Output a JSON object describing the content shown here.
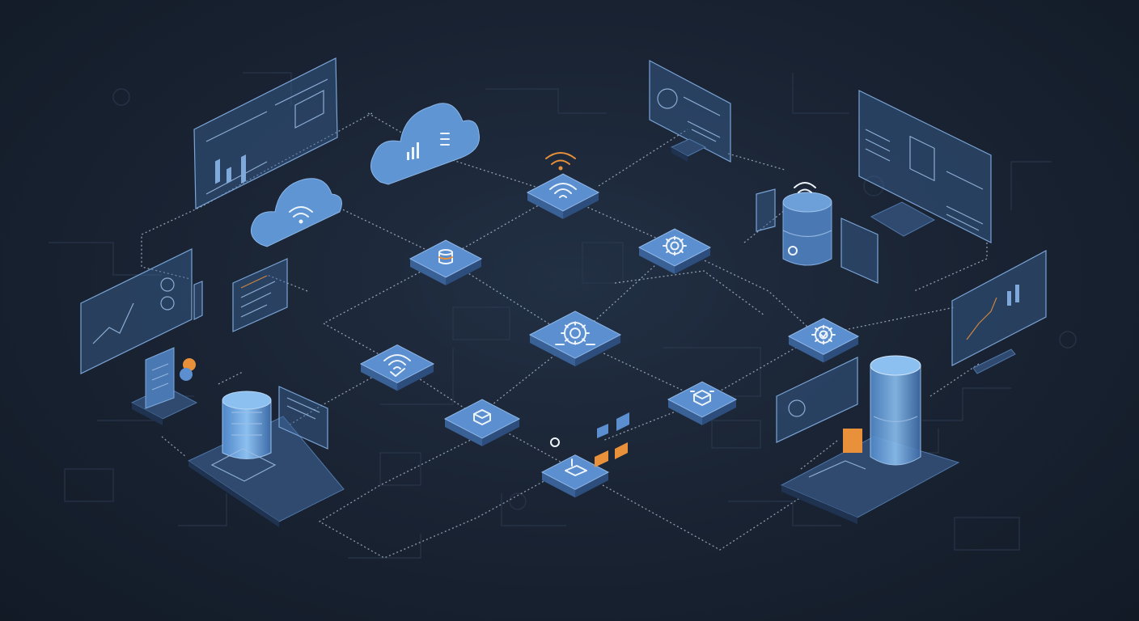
{
  "diagram": {
    "nodes": [
      {
        "id": "wifi-hub",
        "icon": "wifi-icon"
      },
      {
        "id": "database-hub",
        "icon": "database-icon"
      },
      {
        "id": "settings-hub",
        "icon": "gear-icon"
      },
      {
        "id": "central-hub",
        "icon": "circuit-gear-icon"
      },
      {
        "id": "wifi-check-hub",
        "icon": "wifi-check-icon"
      },
      {
        "id": "chip-hub",
        "icon": "chip-icon"
      },
      {
        "id": "processor-hub",
        "icon": "processor-icon"
      },
      {
        "id": "security-hub",
        "icon": "shield-gear-icon"
      },
      {
        "id": "router-hub",
        "icon": "router-icon"
      }
    ],
    "peripherals": [
      {
        "id": "cloud-analytics",
        "icon": "cloud-bars-icon"
      },
      {
        "id": "cloud-wifi",
        "icon": "cloud-wifi-icon"
      },
      {
        "id": "monitor-dashboard",
        "icon": "monitor-icon"
      },
      {
        "id": "server-stack",
        "icon": "server-icon"
      },
      {
        "id": "database-platform",
        "icon": "database-icon"
      },
      {
        "id": "storage-cylinder",
        "icon": "cylinder-icon"
      }
    ],
    "colors": {
      "background": "#1a2434",
      "node": "#5b8fcf",
      "accent": "#e8913a",
      "connector": "#b7c6d8"
    }
  }
}
